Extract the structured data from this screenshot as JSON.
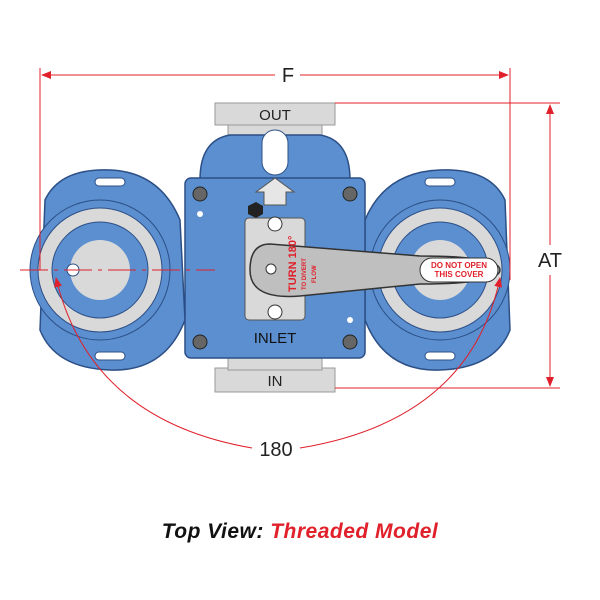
{
  "dimensions": {
    "width_label": "F",
    "height_label": "AT",
    "rotation_label": "180"
  },
  "ports": {
    "out": "OUT",
    "in": "IN",
    "inlet": "INLET"
  },
  "handle": {
    "turn": "TURN 180°",
    "divert1": "TO DIVERT",
    "divert2": "FLOW",
    "warning1": "DO NOT OPEN",
    "warning2": "THIS COVER"
  },
  "caption": {
    "prefix": "Top View:",
    "model": "Threaded Model"
  },
  "colors": {
    "body": "#5b8fd0",
    "outline": "#2c4f86",
    "gray": "#d9d9d9",
    "red": "#e0202a"
  }
}
